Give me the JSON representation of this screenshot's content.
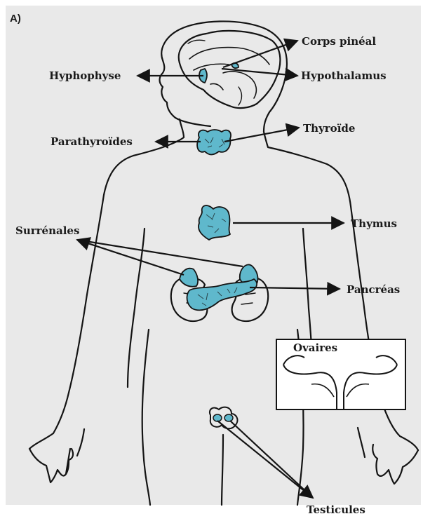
{
  "panel_label": "A)",
  "labels": {
    "pineal": "Corps pinéal",
    "hypophyse": "Hyphophyse",
    "hypothalamus": "Hypothalamus",
    "thyroide": "Thyroïde",
    "parathyroides": "Parathyroïdes",
    "thymus": "Thymus",
    "surrenales": "Surrénales",
    "pancreas": "Pancréas",
    "ovaires": "Ovaires",
    "testicules": "Testicules"
  },
  "colors": {
    "gland": "#5fb8cc",
    "outline": "#141414",
    "background": "#e9e9e9"
  }
}
